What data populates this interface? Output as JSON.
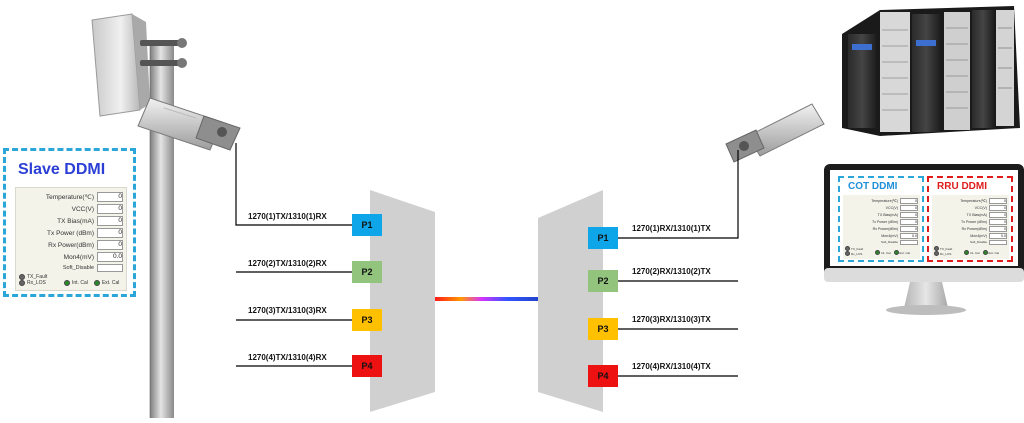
{
  "diagram": {
    "slave_ddmi": {
      "title": "Slave DDMI",
      "rows": [
        {
          "label": "Temperature(℃)",
          "value": "0"
        },
        {
          "label": "VCC(V)",
          "value": "0"
        },
        {
          "label": "TX Bias(mA)",
          "value": "0"
        },
        {
          "label": "Tx Power (dBm)",
          "value": "0"
        },
        {
          "label": "Rx Power(dBm)",
          "value": "0"
        },
        {
          "label": "Mon4(mV)",
          "value": "0.0"
        }
      ],
      "soft_disable": "Soft_Disable",
      "tx_fault": "TX_Fault",
      "rx_los": "Rx_LOS",
      "int_cal": "Int. Cal",
      "ext_cal": "Ext. Cal"
    },
    "cot_ddmi": {
      "title": "COT DDMI",
      "rows": [
        {
          "label": "Temperature(℃)",
          "value": "0"
        },
        {
          "label": "VCC(V)",
          "value": "0"
        },
        {
          "label": "TX Bias(mA)",
          "value": "0"
        },
        {
          "label": "Tx Power (dBm)",
          "value": "0"
        },
        {
          "label": "Rx Power(dBm)",
          "value": "0"
        },
        {
          "label": "Mon4(mV)",
          "value": "0.0"
        }
      ],
      "soft_disable": "Soft_Disable",
      "tx_fault": "TX_Fault",
      "rx_los": "Rx_LOS",
      "int_cal": "Int. Cal",
      "ext_cal": "Ext. Cal"
    },
    "rru_ddmi": {
      "title": "RRU DDMI",
      "rows": [
        {
          "label": "Temperature(℃)",
          "value": "0"
        },
        {
          "label": "VCC(V)",
          "value": "0"
        },
        {
          "label": "TX Bias(mA)",
          "value": "0"
        },
        {
          "label": "Tx Power (dBm)",
          "value": "0"
        },
        {
          "label": "Rx Power(dBm)",
          "value": "0"
        },
        {
          "label": "Mon4(mV)",
          "value": "0.0"
        }
      ],
      "soft_disable": "Soft_Disable",
      "tx_fault": "TX_Fault",
      "rx_los": "Rx_LOS",
      "int_cal": "Int. Cal",
      "ext_cal": "Ext. Cal"
    },
    "left_mux": {
      "ports": [
        {
          "name": "P1",
          "color": "#0ea5e9"
        },
        {
          "name": "P2",
          "color": "#92c47d"
        },
        {
          "name": "P3",
          "color": "#ffc000"
        },
        {
          "name": "P4",
          "color": "#ee1111"
        }
      ],
      "labels": [
        "1270(1)TX/1310(1)RX",
        "1270(2)TX/1310(2)RX",
        "1270(3)TX/1310(3)RX",
        "1270(4)TX/1310(4)RX"
      ]
    },
    "right_mux": {
      "ports": [
        {
          "name": "P1",
          "color": "#0ea5e9"
        },
        {
          "name": "P2",
          "color": "#92c47d"
        },
        {
          "name": "P3",
          "color": "#ffc000"
        },
        {
          "name": "P4",
          "color": "#ee1111"
        }
      ],
      "labels": [
        "1270(1)RX/1310(1)TX",
        "1270(2)RX/1310(2)TX",
        "1270(3)RX/1310(3)TX",
        "1270(4)RX/1310(4)TX"
      ]
    },
    "colors": {
      "slave_border": "#2aa6d9",
      "slave_title": "#2b3fd6",
      "cot_border": "#2aa6d9",
      "cot_title": "#1f8fd8",
      "rru_border": "#e01b1b",
      "rru_title": "#e01b1b"
    }
  }
}
